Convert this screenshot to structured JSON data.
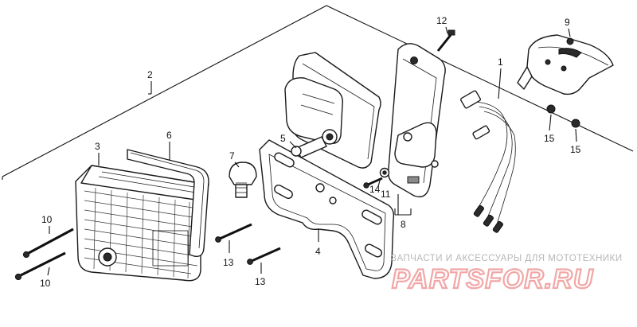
{
  "diagram": {
    "callouts": {
      "c1": "1",
      "c2": "2",
      "c3": "3",
      "c4": "4",
      "c5": "5",
      "c6": "6",
      "c7": "7",
      "c8": "8",
      "c9": "9",
      "c10a": "10",
      "c10b": "10",
      "c11": "11",
      "c12": "12",
      "c13a": "13",
      "c13b": "13",
      "c14": "14",
      "c15a": "15",
      "c15b": "15"
    }
  },
  "watermark": {
    "tagline": "ЗАПЧАСТИ И АКСЕССУАРЫ ДЛЯ МОТОТЕХНИКИ",
    "logo": "PARTSFOR.RU"
  },
  "colors": {
    "line": "#111111",
    "watermark_gray": "#b7b7b7",
    "watermark_logo": "#f2a6a6"
  }
}
